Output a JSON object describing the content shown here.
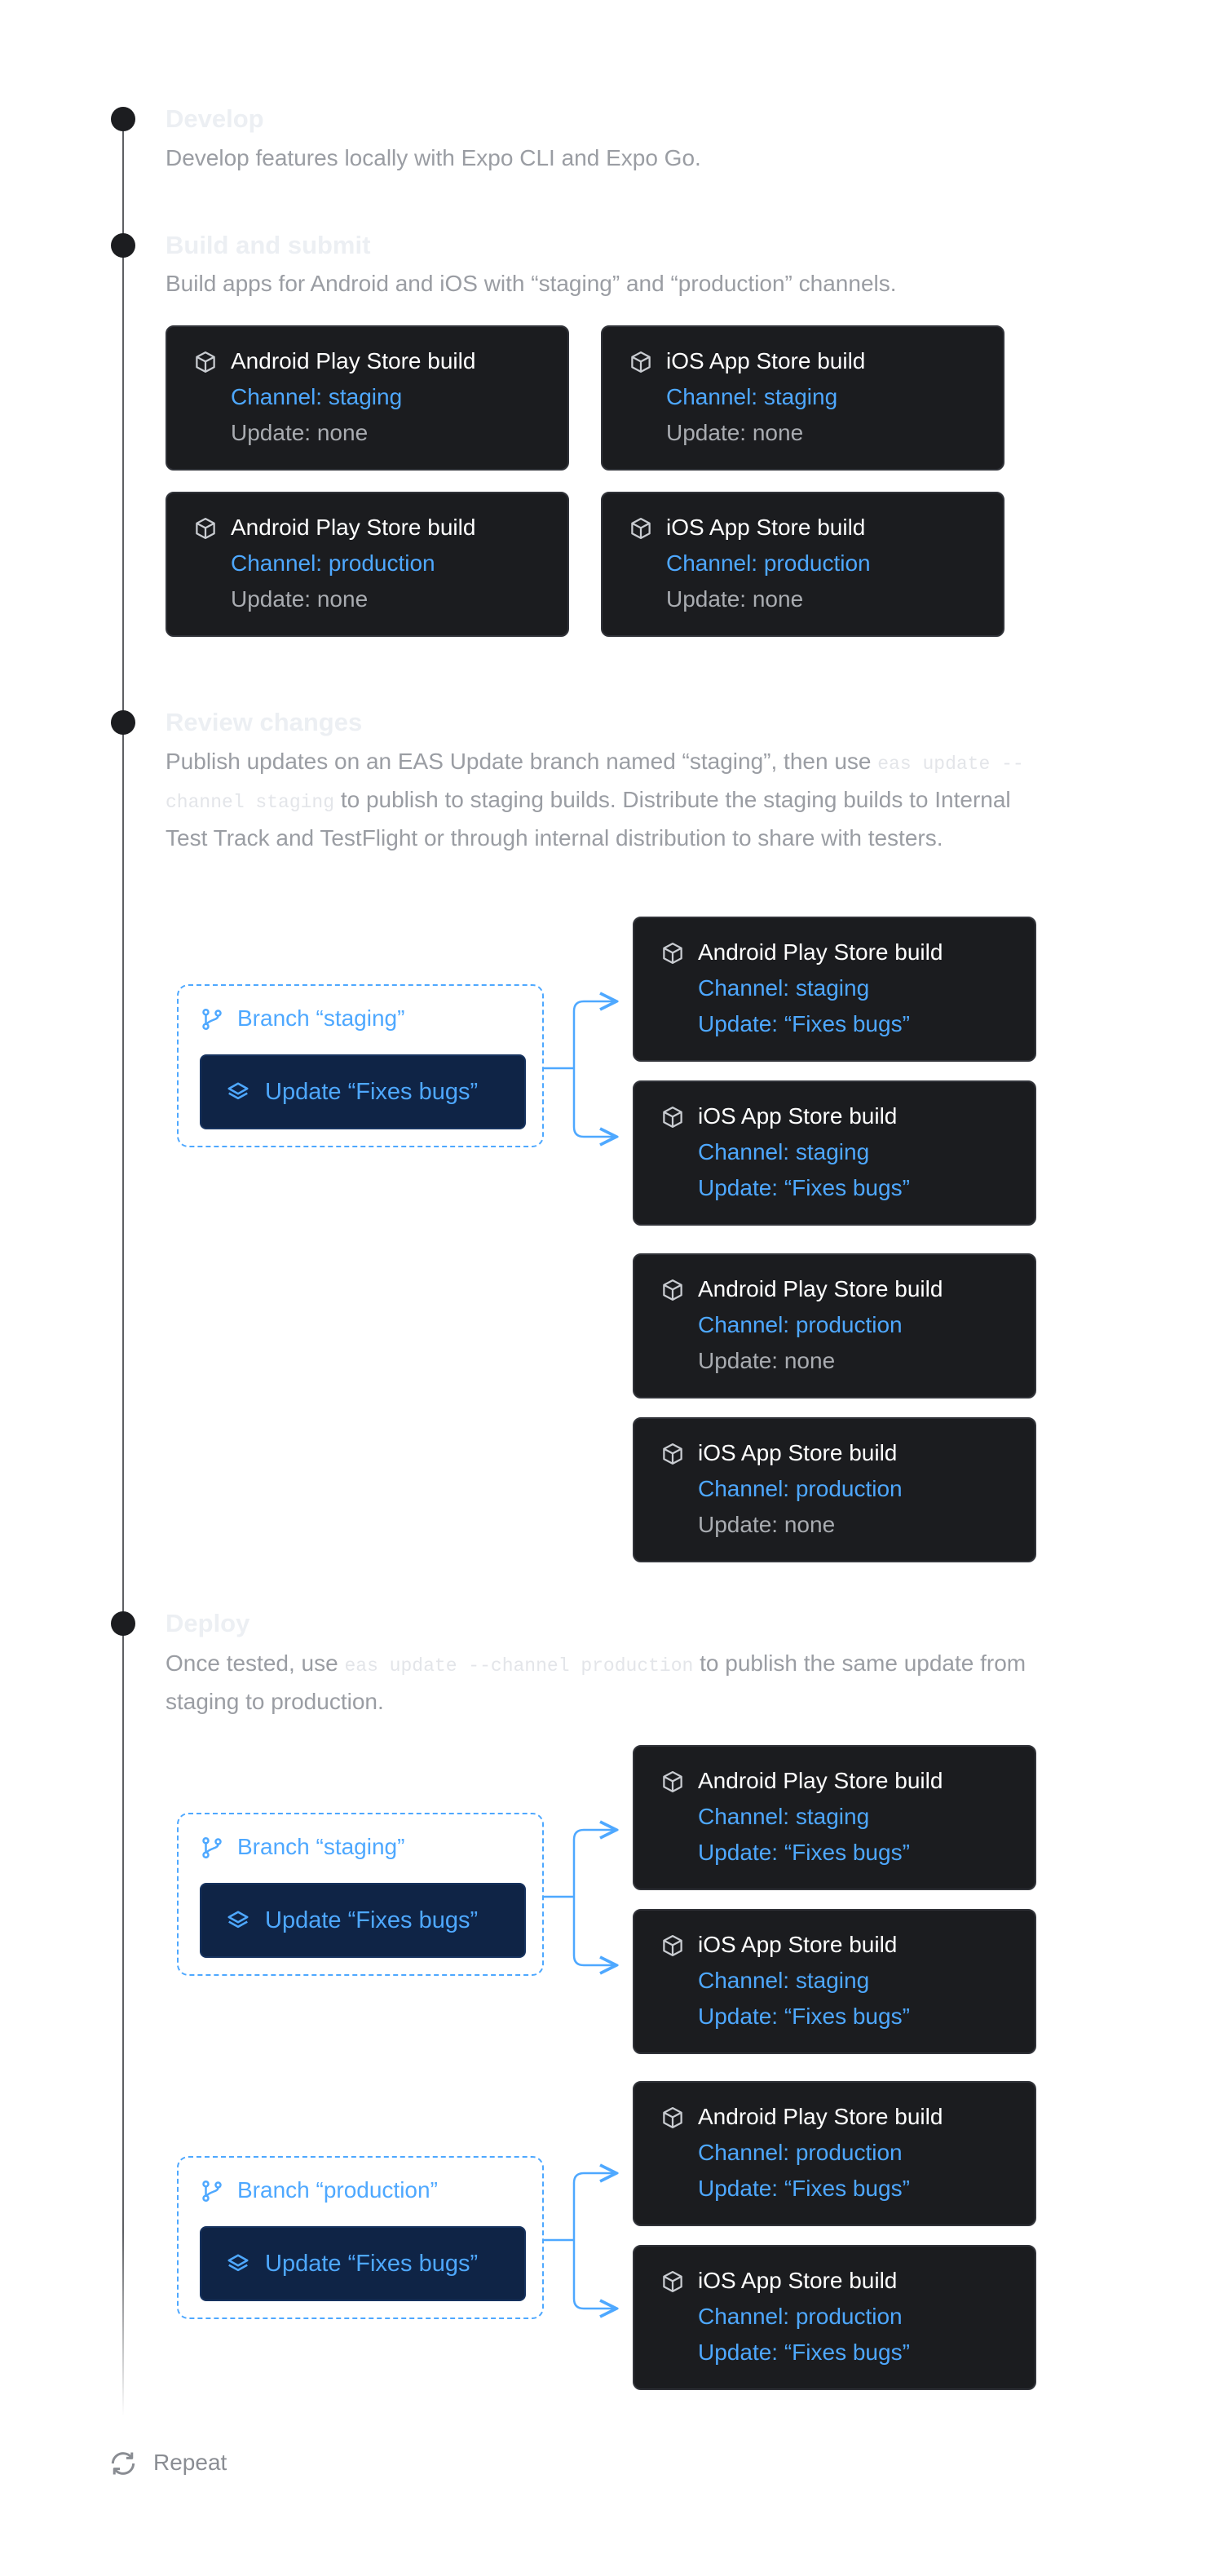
{
  "colors": {
    "accent": "#4ea8ff",
    "card_bg": "#1b1c1f",
    "update_bg": "#0f2446",
    "timeline": "#5d5f63"
  },
  "steps": {
    "develop": {
      "title": "Develop",
      "desc": "Develop features locally with Expo CLI and Expo Go."
    },
    "build": {
      "title": "Build and submit",
      "desc": "Build apps for Android and iOS with “staging” and “production” channels."
    },
    "review": {
      "title": "Review changes",
      "desc_part1": "Publish updates on an EAS Update branch named “staging”, then use ",
      "code": "eas update --channel staging",
      "desc_part2": " to publish to staging builds. Distribute the staging builds to Internal Test Track and TestFlight or through internal distribution to share with testers."
    },
    "deploy": {
      "title": "Deploy",
      "desc_part1": "Once tested, use ",
      "code": "eas update --channel production",
      "desc_part2": " to publish the same update from staging to production."
    }
  },
  "cards": {
    "android": "Android Play Store build",
    "ios": "iOS App Store build",
    "ch_staging": "Channel: staging",
    "ch_production": "Channel: production",
    "upd_none": "Update: none",
    "upd_fixes": "Update: “Fixes bugs”"
  },
  "branches": {
    "staging": "Branch “staging”",
    "production": "Branch “production”",
    "update_label": "Update “Fixes bugs”"
  },
  "icons": {
    "card": "cube-icon",
    "branch": "git-branch-icon",
    "update": "layers-icon",
    "repeat": "refresh-icon"
  },
  "repeat": {
    "label": "Repeat"
  }
}
